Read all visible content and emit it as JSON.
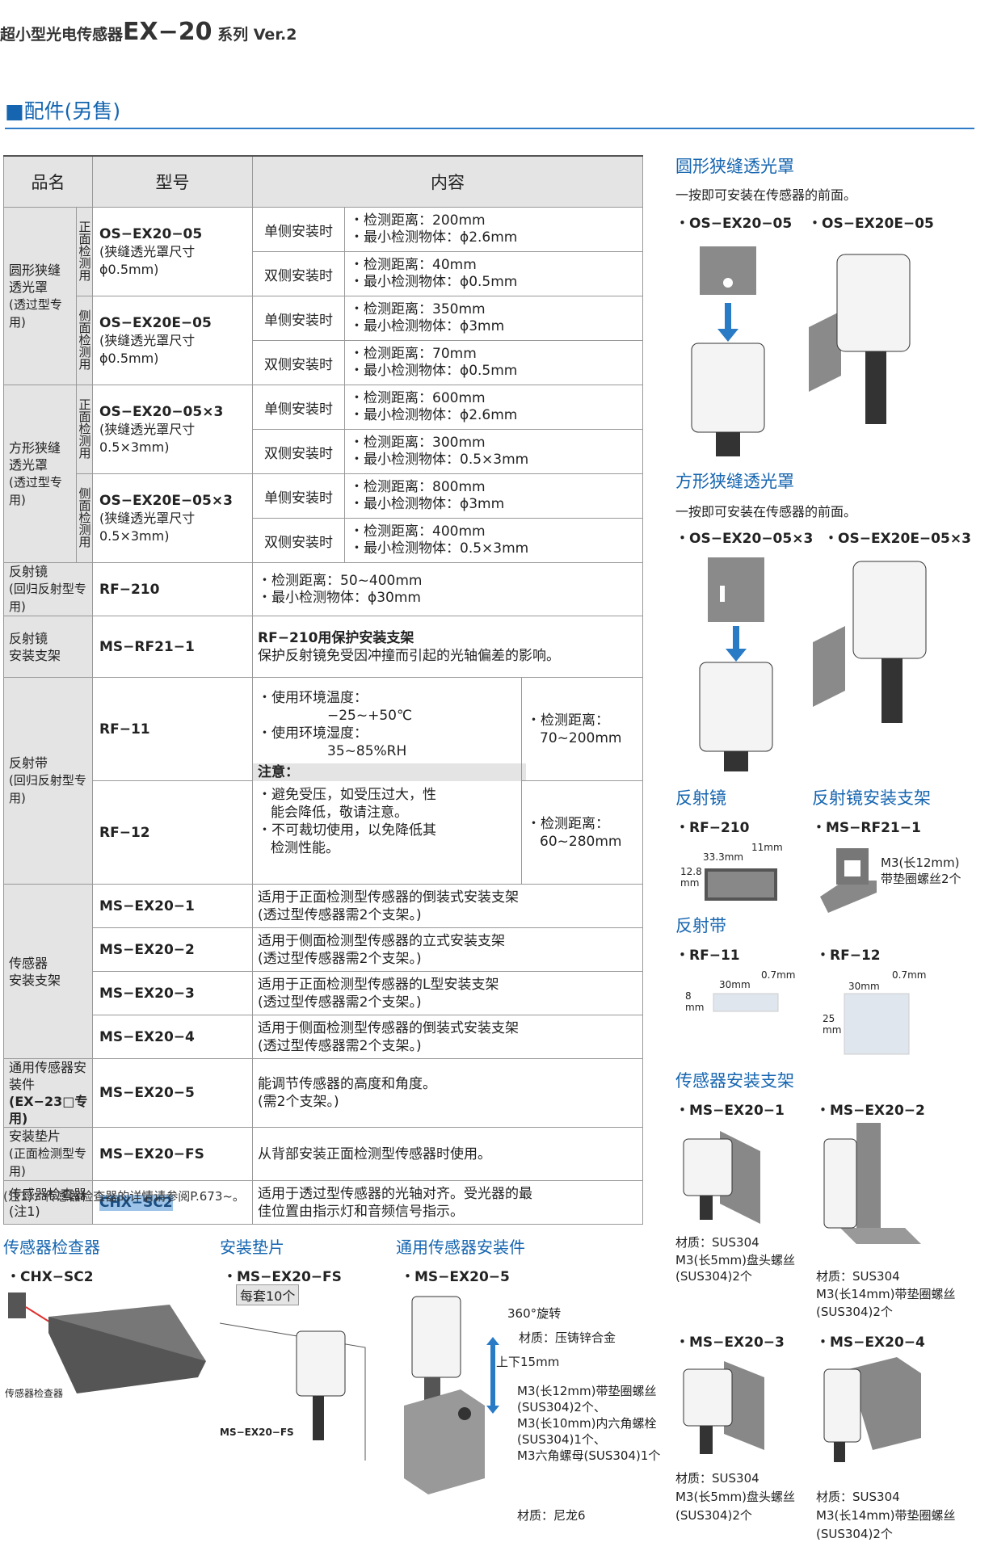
{
  "header": {
    "prefix": "超小型光电传感器",
    "series": "EX−20",
    "suffix": "系列 Ver.2"
  },
  "section_title": "■配件(另售)",
  "table": {
    "headers": [
      "品名",
      "型号",
      "内容"
    ],
    "round": {
      "cat1": "圆形狭缝",
      "cat2": "透光罩",
      "cat3": "(透过型专用)",
      "front": "正面检测用",
      "side": "侧面检测用",
      "m1": "OS−EX20−05",
      "m1d": "(狭缝透光罩尺寸ϕ0.5mm)",
      "m2": "OS−EX20E−05",
      "m2d": "(狭缝透光罩尺寸ϕ0.5mm)"
    },
    "square": {
      "cat1": "方形狭缝",
      "cat2": "透光罩",
      "cat3": "(透过型专用)",
      "front": "正面检测用",
      "side": "侧面检测用",
      "m1": "OS−EX20−05×3",
      "m1d": "(狭缝透光罩尺寸0.5×3mm)",
      "m2": "OS−EX20E−05×3",
      "m2d": "(狭缝透光罩尺寸0.5×3mm)"
    },
    "single": "单侧安装时",
    "double": "双侧安装时",
    "rows": [
      [
        "・检测距离：200mm",
        "・最小检测物体：ϕ2.6mm"
      ],
      [
        "・检测距离：40mm",
        "・最小检测物体：ϕ0.5mm"
      ],
      [
        "・检测距离：350mm",
        "・最小检测物体：ϕ3mm"
      ],
      [
        "・检测距离：70mm",
        "・最小检测物体：ϕ0.5mm"
      ],
      [
        "・检测距离：600mm",
        "・最小检测物体：ϕ2.6mm"
      ],
      [
        "・检测距离：300mm",
        "・最小检测物体：0.5×3mm"
      ],
      [
        "・检测距离：800mm",
        "・最小检测物体：ϕ3mm"
      ],
      [
        "・检测距离：400mm",
        "・最小检测物体：0.5×3mm"
      ]
    ],
    "mirror": {
      "cat": "反射镜",
      "sub": "(回归反射型专用)",
      "model": "RF−210",
      "l1": "・检测距离：50~400mm",
      "l2": "・最小检测物体：ϕ30mm"
    },
    "mbracket": {
      "cat": "反射镜",
      "cat2": "安装支架",
      "model": "MS−RF21−1",
      "l1": "RF−210用保护安装支架",
      "l2": "保护反射镜免受因冲撞而引起的光轴偏差的影响。"
    },
    "tape": {
      "cat": "反射带",
      "sub": "(回归反射型专用)",
      "m1": "RF−11",
      "m2": "RF−12",
      "env1": "・使用环境温度：",
      "env1v": "−25~+50℃",
      "env2": "・使用环境湿度：",
      "env2v": "35~85%RH",
      "caution": "注意：",
      "c1": "・避免受压，如受压过大，性",
      "c1b": "能会降低，敬请注意。",
      "c2": "・不可裁切使用，以免降低其",
      "c2b": "检测性能。",
      "d1a": "・检测距离：",
      "d1b": "70~200mm",
      "d2a": "・检测距离：",
      "d2b": "60~280mm"
    },
    "sbracket": {
      "cat": "传感器",
      "cat2": "安装支架",
      "items": [
        {
          "model": "MS−EX20−1",
          "l1": "适用于正面检测型传感器的倒装式安装支架",
          "l2": "(透过型传感器需2个支架。)"
        },
        {
          "model": "MS−EX20−2",
          "l1": "适用于侧面检测型传感器的立式安装支架",
          "l2": "(透过型传感器需2个支架。)"
        },
        {
          "model": "MS−EX20−3",
          "l1": "适用于正面检测型传感器的L型安装支架",
          "l2": "(透过型传感器需2个支架。)"
        },
        {
          "model": "MS−EX20−4",
          "l1": "适用于侧面检测型传感器的倒装式安装支架",
          "l2": "(透过型传感器需2个支架。)"
        }
      ]
    },
    "univ": {
      "cat": "通用传感器安装件",
      "cat2": "(EX−23□专用)",
      "model": "MS−EX20−5",
      "l1": "能调节传感器的高度和角度。",
      "l2": "(需2个支架。)"
    },
    "pad": {
      "cat": "安装垫片",
      "cat2": "(正面检测型专用)",
      "model": "MS−EX20−FS",
      "l1": "从背部安装正面检测型传感器时使用。"
    },
    "checker": {
      "cat": "传感器检查器",
      "cat2": "(注1)",
      "model": "CHX−SC2",
      "l1": "适用于透过型传感器的光轴对齐。受光器的最",
      "l2": "佳位置由指示灯和音频信号指示。"
    }
  },
  "footnote": "(注1)：传感器检查器的详情请参阅P.673~。",
  "right": {
    "round_title": "圆形狭缝透光罩",
    "round_desc": "一按即可安装在传感器的前面。",
    "round_m1": "・OS−EX20−05",
    "round_m2": "・OS−EX20E−05",
    "sq_title": "方形狭缝透光罩",
    "sq_desc": "一按即可安装在传感器的前面。",
    "sq_m1": "・OS−EX20−05×3",
    "sq_m2": "・OS−EX20E−05×3",
    "mirror_title": "反射镜",
    "mirror_model": "・RF−210",
    "mirror_d1": "33.3mm",
    "mirror_d2": "11mm",
    "mirror_d3": "12.8",
    "mirror_d4": "mm",
    "mb_title": "反射镜安装支架",
    "mb_model": "・MS−RF21−1",
    "mb_l1": "M3(长12mm)",
    "mb_l2": "带垫圈螺丝2个",
    "tape_title": "反射带",
    "tape_m1": "・RF−11",
    "tape_m2": "・RF−12",
    "t1a": "0.7mm",
    "t1b": "30mm",
    "t1c": "8",
    "t1d": "mm",
    "t2a": "0.7mm",
    "t2b": "30mm",
    "t2c": "25",
    "t2d": "mm",
    "sb_title": "传感器安装支架",
    "sb_m1": "・MS−EX20−1",
    "sb_m2": "・MS−EX20−2",
    "sb_m3": "・MS−EX20−3",
    "sb_m4": "・MS−EX20−4",
    "mat": "材质：SUS304",
    "s5a": "M3(长5mm)盘头螺丝",
    "s5b": "(SUS304)2个",
    "s14a": "M3(长14mm)带垫圈螺丝",
    "s14b": "(SUS304)2个"
  },
  "bottom": {
    "chk_title": "传感器检查器",
    "chk_model": "・CHX−SC2",
    "chk_lbl": "传感器检查器",
    "pad_title": "安装垫片",
    "pad_model": "・MS−EX20−FS",
    "pad_set": "每套10个",
    "pad_lbl": "MS−EX20−FS",
    "univ_title": "通用传感器安装件",
    "univ_model": "・MS−EX20−5",
    "rot": "360°旋转",
    "mat1": "材质：压铸锌合金",
    "updown": "上下15mm",
    "u1": "M3(长12mm)带垫圈螺丝",
    "u2": "(SUS304)2个、",
    "u3": "M3(长10mm)内六角螺栓",
    "u4": "(SUS304)1个、",
    "u5": "M3六角螺母(SUS304)1个",
    "mat2": "材质：尼龙6"
  }
}
